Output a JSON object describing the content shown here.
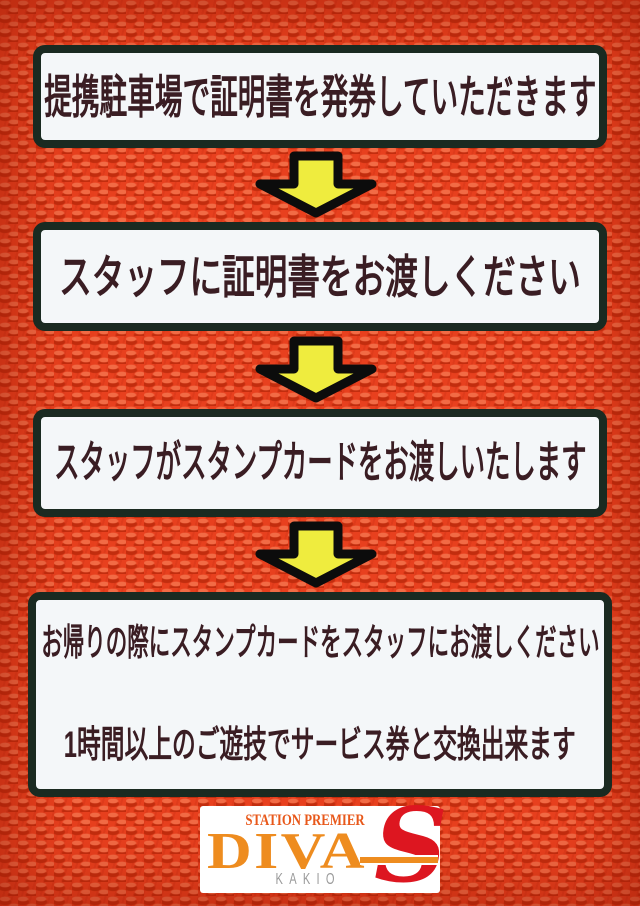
{
  "steps": [
    {
      "text": "提携駐車場で証明書を発券していただきます"
    },
    {
      "text": "スタッフに証明書をお渡しください"
    },
    {
      "text": "スタッフがスタンプカードをお渡しいたします"
    },
    {
      "lines": [
        "お帰りの際にスタンプカードをスタッフにお渡しください",
        "1時間以上のご遊技でサービス券と交換出来ます"
      ]
    }
  ],
  "icons": {
    "down_arrow": "⬇"
  },
  "logo": {
    "tagline": "STATION PREMIER",
    "wordmark": "DIVA",
    "initial": "S",
    "location": "KAKIO"
  },
  "colors": {
    "bg-red": "#e8401e",
    "texture-dark": "#c22d0e",
    "texture-light": "#f26b45",
    "box-bg": "#f4f7f9",
    "box-border": "#1a2a21",
    "step-text": "#3a1d23",
    "arrow-fill": "#efec3e",
    "arrow-stroke": "#0c0c0c",
    "logo-orange": "#ee8c1f",
    "logo-tagline-orange": "#e8581a",
    "logo-red": "#dd1620",
    "logo-gray": "#9b9b9b"
  }
}
